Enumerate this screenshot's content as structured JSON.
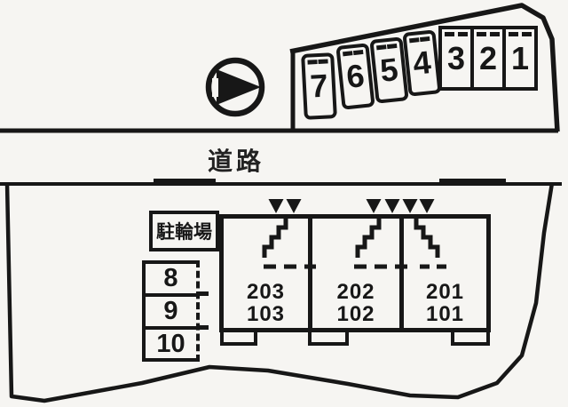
{
  "colors": {
    "background": "#f6f5f2",
    "ink": "#171717"
  },
  "road": {
    "label": "道路"
  },
  "bicycle_parking": {
    "label": "駐輪場"
  },
  "parking_top": {
    "spaces": [
      {
        "label": "1"
      },
      {
        "label": "2"
      },
      {
        "label": "3"
      },
      {
        "label": "4"
      },
      {
        "label": "5"
      },
      {
        "label": "6"
      },
      {
        "label": "7"
      }
    ]
  },
  "parking_side": {
    "spaces": [
      {
        "label": "8"
      },
      {
        "label": "9"
      },
      {
        "label": "10"
      }
    ]
  },
  "building": {
    "units": [
      {
        "upper": "203",
        "lower": "103"
      },
      {
        "upper": "202",
        "lower": "102"
      },
      {
        "upper": "201",
        "lower": "101"
      }
    ]
  },
  "icons": {
    "direction_arrow": "right-arrow-in-circle",
    "entrance_marker": "down-triangle",
    "stairs": "staircase-glyph"
  }
}
